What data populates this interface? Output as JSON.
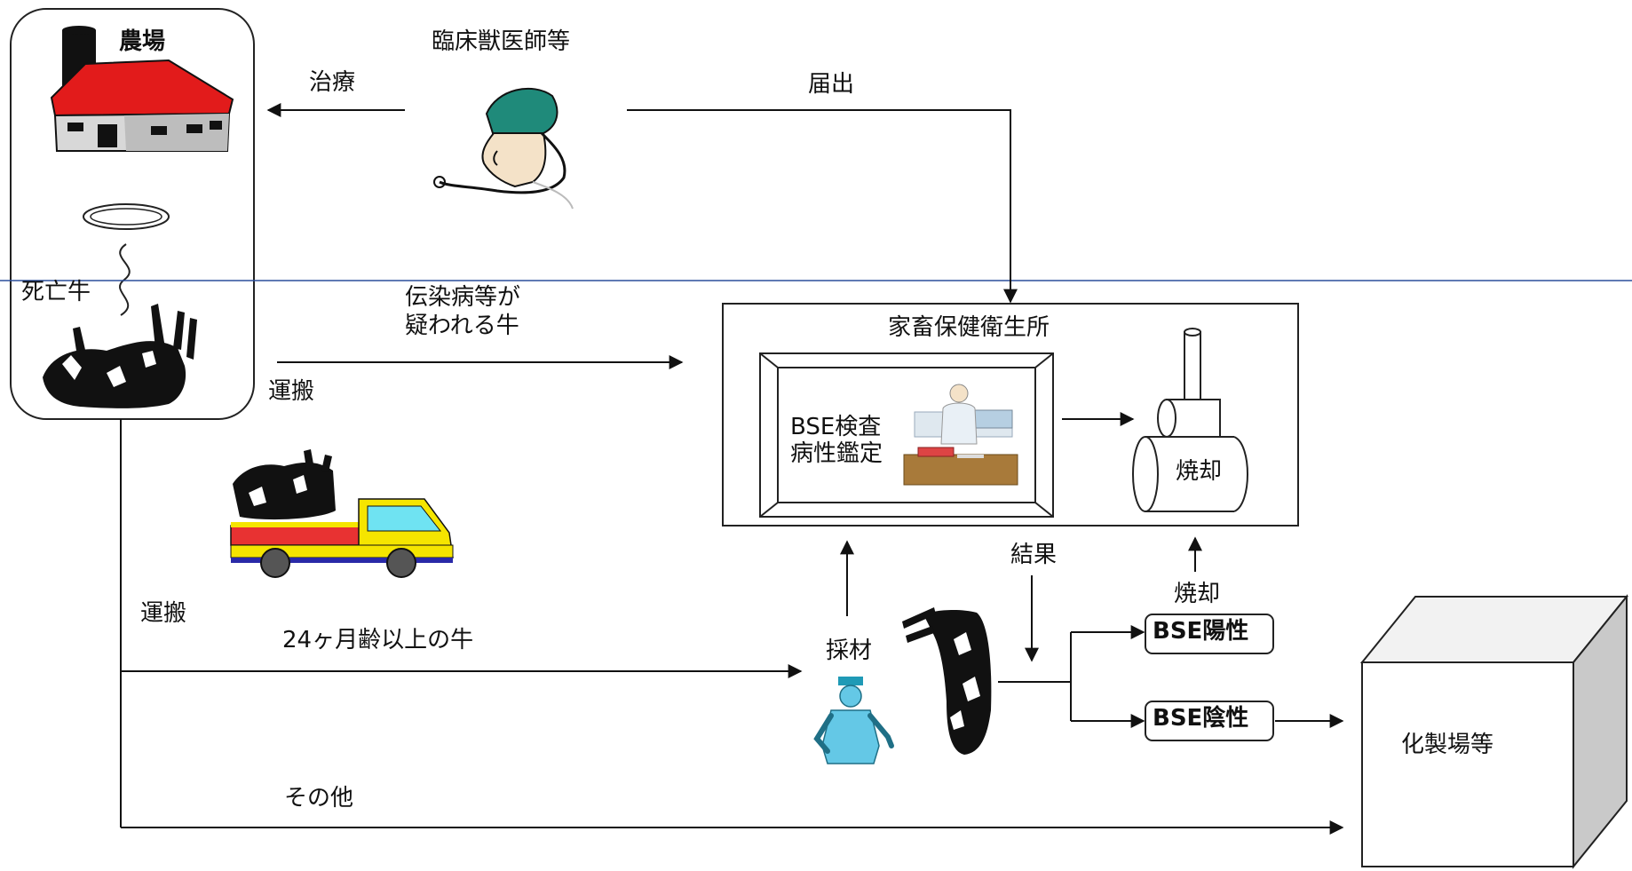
{
  "farm": {
    "title": "農場",
    "dead_cattle": "死亡牛"
  },
  "vet": {
    "title": "臨床獣医師等"
  },
  "arrows": {
    "treatment": "治療",
    "report": "届出",
    "suspected_line1": "伝染病等が",
    "suspected_line2": "疑われる牛",
    "transport1": "運搬",
    "transport2": "運搬",
    "over24": "24ヶ月齢以上の牛",
    "other": "その他"
  },
  "center": {
    "title": "家畜保健衛生所",
    "test_line1": "BSE検査",
    "test_line2": "病性鑑定",
    "incinerate": "焼却"
  },
  "flow": {
    "sampling": "採材",
    "result": "結果",
    "incinerate": "焼却",
    "positive": "BSE陽性",
    "negative": "BSE陰性",
    "rendering": "化製場等"
  },
  "colors": {
    "line": "#111111",
    "barn_roof": "#e21b1b",
    "truck_bed": "#e83232",
    "truck_cab": "#f5e500",
    "vet_cap": "#1f8a7a",
    "worker": "#64c8e6",
    "divider": "#2a4f9c",
    "box_fill": "#ffffff"
  }
}
